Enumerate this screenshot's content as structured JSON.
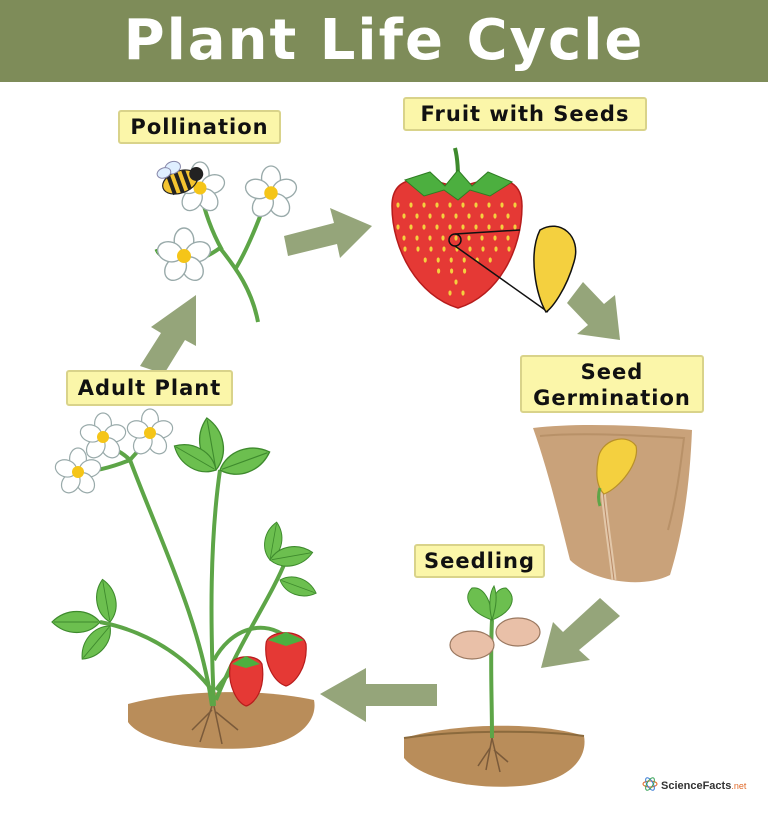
{
  "title": "Plant Life Cycle",
  "stages": {
    "pollination": "Pollination",
    "fruit": "Fruit with Seeds",
    "germination_line1": "Seed",
    "germination_line2": "Germination",
    "seedling": "Seedling",
    "adult": "Adult Plant"
  },
  "brand": {
    "name": "ScienceFacts",
    "suffix": ".net"
  },
  "colors": {
    "header": "#7e8c59",
    "label_bg": "#fbf6a9",
    "arrow": "#95a57a",
    "leaf": "#6cbf4f",
    "stem": "#5da547",
    "strawberry": "#e53935",
    "seed": "#f4d03f",
    "soil": "#b98d5a",
    "petal": "#ffffff",
    "flower_center": "#f5c518"
  }
}
